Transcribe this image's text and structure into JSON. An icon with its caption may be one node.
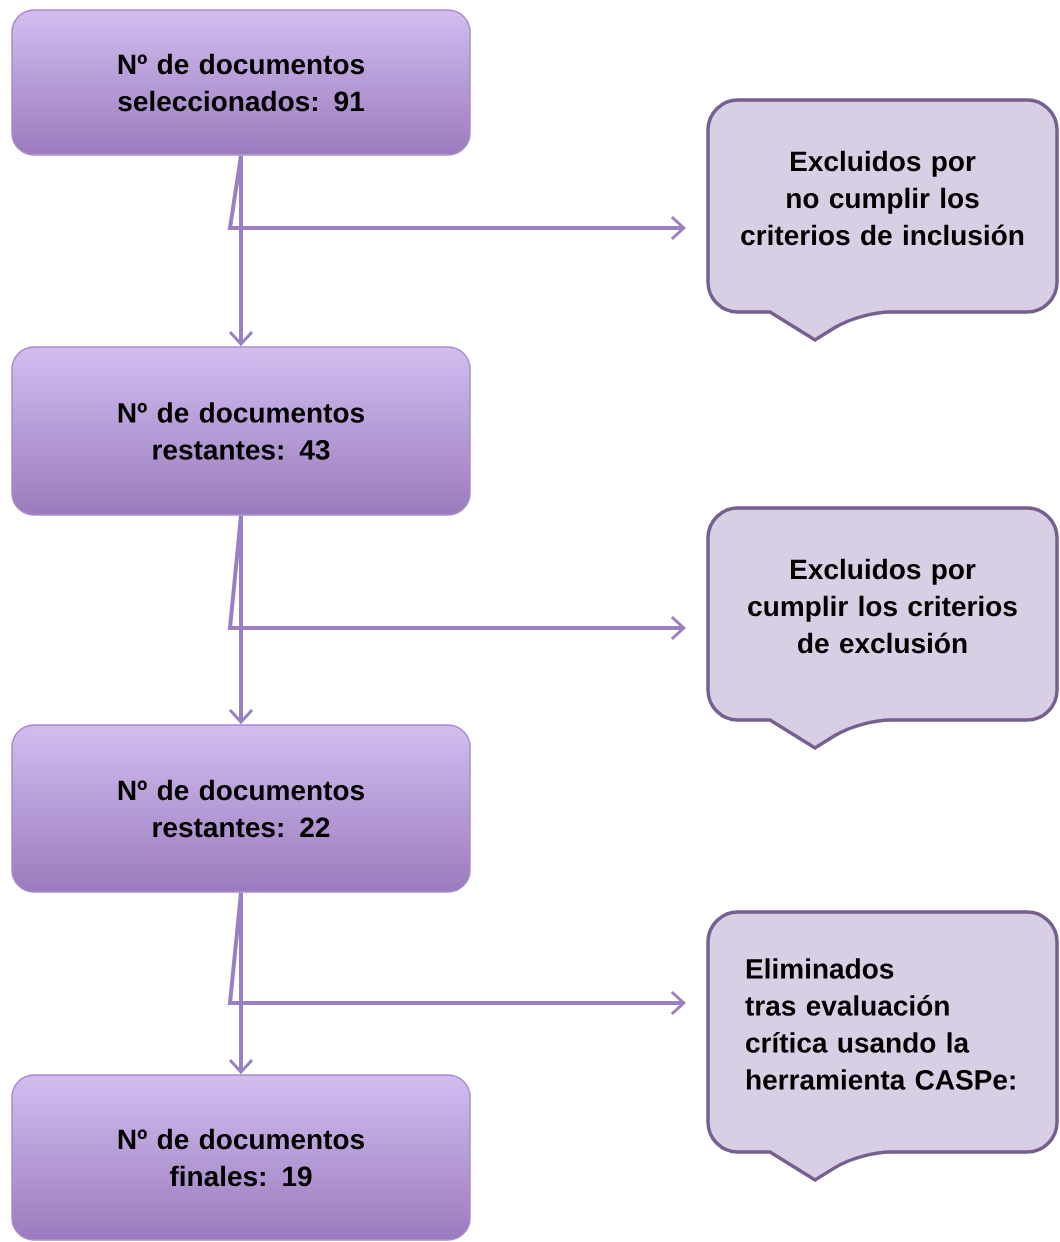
{
  "diagram": {
    "nodes": [
      {
        "text": [
          "Nº de documentos seleccionados: 91"
        ]
      },
      {
        "text": [
          "Excluidos por no cumplir los criterios de inclusión"
        ]
      },
      {
        "text": [
          "Nº de documentos restantes: 43"
        ]
      },
      {
        "text": [
          "Excluidos por cumplir los criterios de exclusión"
        ]
      },
      {
        "text": [
          "Nº de documentos restantes:  22"
        ]
      },
      {
        "text": [
          "Eliminados tras evaluación crítica usando la herramienta CASPe:"
        ]
      },
      {
        "text": [
          "Nº de documentos finales:  19"
        ]
      }
    ],
    "edges": [
      {
        "from": 0,
        "to": 2,
        "arrow": "to"
      },
      {
        "from": 0,
        "to": 1,
        "arrow": "to"
      },
      {
        "from": 2,
        "to": 4,
        "arrow": "to"
      },
      {
        "from": 2,
        "to": 3,
        "arrow": "to"
      },
      {
        "from": 4,
        "to": 6,
        "arrow": "to"
      },
      {
        "from": 4,
        "to": 5,
        "arrow": "to"
      }
    ]
  }
}
